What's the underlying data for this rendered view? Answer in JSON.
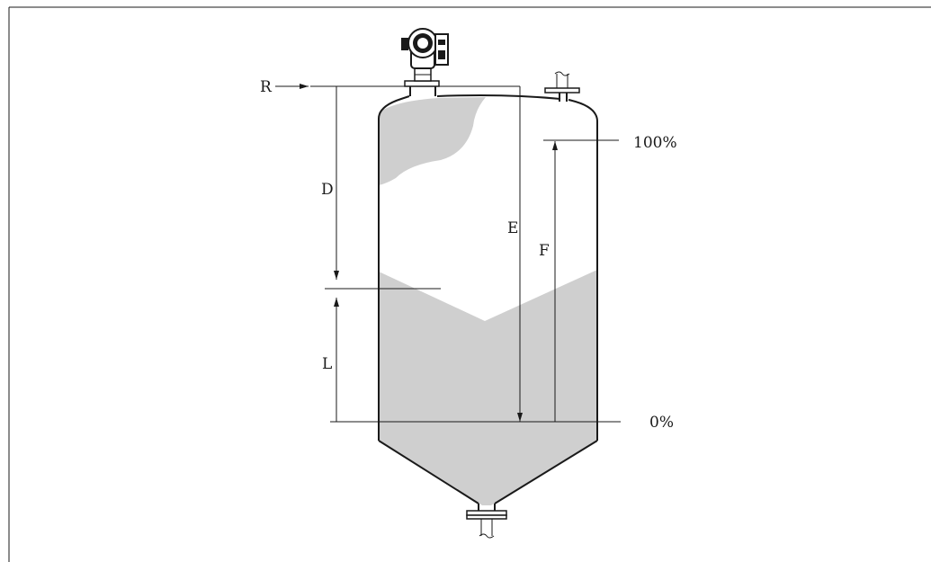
{
  "labels": {
    "reference": "R",
    "distance": "D",
    "empty": "E",
    "full": "F",
    "level": "L",
    "percent_full": "100%",
    "percent_empty": "0%"
  },
  "colors": {
    "line": "#1a1a1a",
    "material": "#cfcfcf",
    "background": "#ffffff"
  }
}
